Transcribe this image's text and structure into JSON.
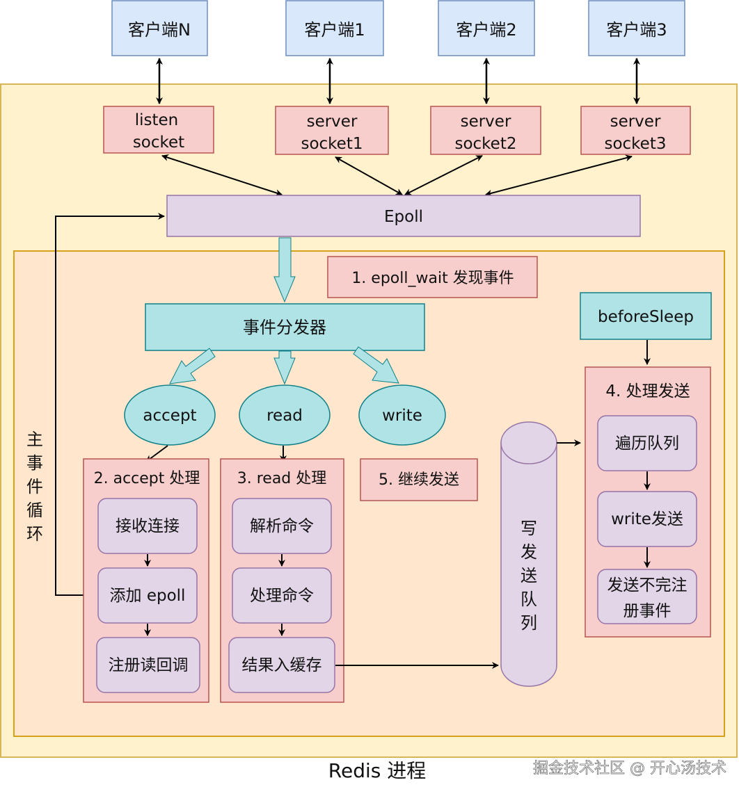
{
  "title": "Redis 进程",
  "watermark": "掘金技术社区 @ 开心汤技术",
  "colors": {
    "client_fill": "#dae8fc",
    "client_stroke": "#6c8ebf",
    "socket_fill": "#f8cecc",
    "socket_stroke": "#b85450",
    "process_fill": "#fff2cc",
    "process_stroke": "#d6b656",
    "loop_fill": "#ffe6cc",
    "loop_stroke": "#d7a21a",
    "epoll_fill": "#e1d5e7",
    "epoll_stroke": "#9673a6",
    "cyan_fill": "#b0e3e6",
    "cyan_stroke": "#0e8088"
  },
  "clients": [
    "客户端N",
    "客户端1",
    "客户端2",
    "客户端3"
  ],
  "sockets": [
    {
      "line1": "listen",
      "line2": "socket"
    },
    {
      "line1": "server",
      "line2": "socket1"
    },
    {
      "line1": "server",
      "line2": "socket2"
    },
    {
      "line1": "server",
      "line2": "socket3"
    }
  ],
  "epoll": "Epoll",
  "main_loop_label": [
    "主",
    "事",
    "件",
    "循",
    "环"
  ],
  "step1": "1. epoll_wait 发现事件",
  "dispatcher": "事件分发器",
  "events": [
    "accept",
    "read",
    "write"
  ],
  "accept_group": {
    "title": "2. accept 处理",
    "steps": [
      "接收连接",
      "添加 epoll",
      "注册读回调"
    ]
  },
  "read_group": {
    "title": "3. read 处理",
    "steps": [
      "解析命令",
      "处理命令",
      "结果入缓存"
    ]
  },
  "step5": "5. 继续发送",
  "queue_label": [
    "写",
    "发",
    "送",
    "队",
    "列"
  ],
  "before_sleep": "beforeSleep",
  "send_group": {
    "title": "4. 处理发送",
    "steps": [
      "遍历队列",
      "write发送"
    ],
    "last_step": [
      "发送不完注",
      "册事件"
    ]
  }
}
